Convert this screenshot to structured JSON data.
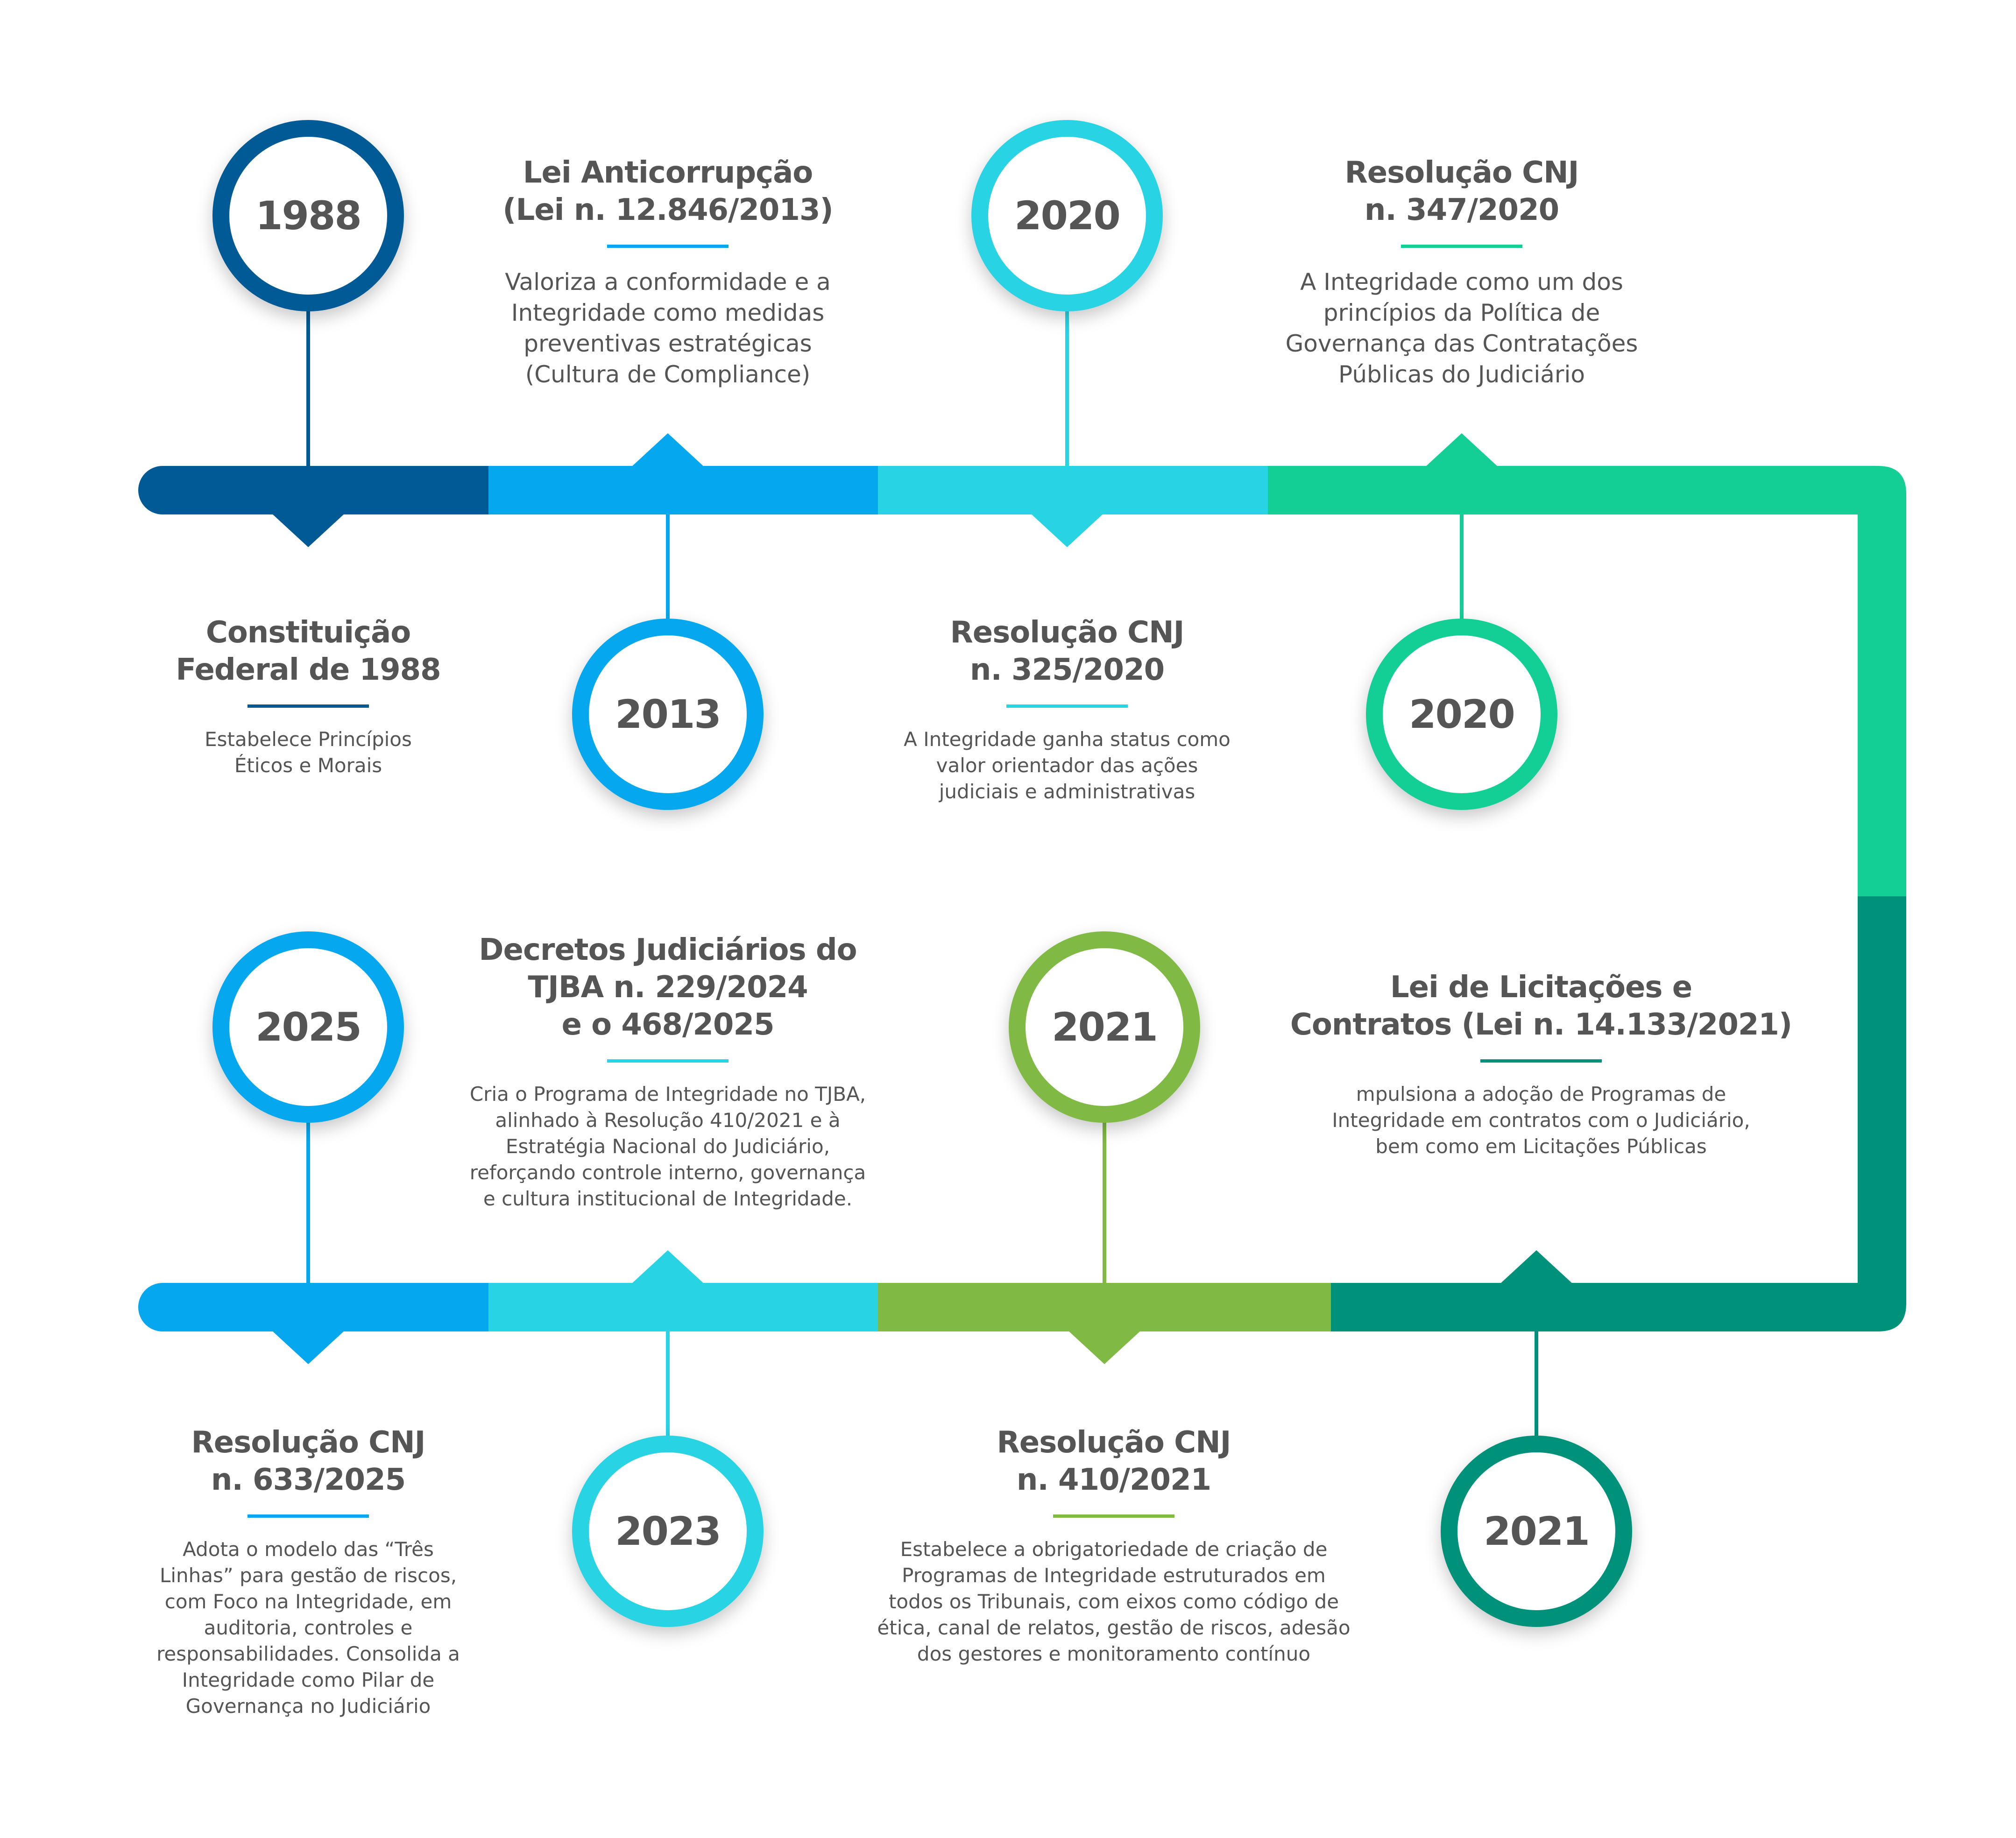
{
  "colors": {
    "navy": "#005a96",
    "blue": "#05a8ef",
    "cyan": "#28d3e4",
    "green": "#13cf96",
    "teal": "#00917a",
    "lime": "#80b943",
    "text": "#555555"
  },
  "milestones": [
    {
      "id": "m1988",
      "year": "1988",
      "color": "navy",
      "row": "top",
      "pos": "above",
      "title": [
        "Constituição",
        "Federal de 1988"
      ],
      "desc": [
        "Estabelece Princípios",
        "Éticos e Morais"
      ],
      "size": "small"
    },
    {
      "id": "m2013",
      "year": "2013",
      "color": "blue",
      "row": "top",
      "pos": "below",
      "title": [
        "Lei Anticorrupção",
        "(Lei n. 12.846/2013)"
      ],
      "desc": [
        "Valoriza a conformidade e a",
        "Integridade como medidas",
        "preventivas estratégicas",
        "(Cultura de Compliance)"
      ],
      "size": "large"
    },
    {
      "id": "m2020a",
      "year": "2020",
      "color": "cyan",
      "row": "top",
      "pos": "above",
      "title": [
        "Resolução CNJ",
        "n. 325/2020"
      ],
      "desc": [
        "A Integridade ganha status como",
        "valor orientador das ações",
        "judiciais e administrativas"
      ],
      "size": "small"
    },
    {
      "id": "m2020b",
      "year": "2020",
      "color": "green",
      "row": "top",
      "pos": "below",
      "title": [
        "Resolução CNJ",
        "n. 347/2020"
      ],
      "desc": [
        "A Integridade como um dos",
        "princípios da Política de",
        "Governança das Contratações",
        "Públicas do Judiciário"
      ],
      "size": "large"
    },
    {
      "id": "m2025",
      "year": "2025",
      "color": "blue",
      "row": "bottom",
      "pos": "above",
      "title": [
        "Resolução CNJ",
        "n. 633/2025"
      ],
      "desc": [
        "Adota o modelo das “Três",
        "Linhas” para gestão de riscos,",
        "com Foco na Integridade, em",
        "auditoria, controles e",
        "responsabilidades. Consolida a",
        "Integridade como Pilar de",
        "Governança no Judiciário"
      ],
      "size": "small"
    },
    {
      "id": "m2023",
      "year": "2023",
      "color": "cyan",
      "row": "bottom",
      "pos": "below",
      "title": [
        "Decretos Judiciários do",
        "TJBA n. 229/2024",
        "e o 468/2025"
      ],
      "desc": [
        "Cria o Programa de Integridade no TJBA,",
        "alinhado à Resolução 410/2021 e à",
        "Estratégia Nacional do Judiciário,",
        "reforçando controle interno, governança",
        "e cultura institucional de Integridade."
      ],
      "size": "small"
    },
    {
      "id": "m2021a",
      "year": "2021",
      "color": "lime",
      "row": "bottom",
      "pos": "above",
      "title": [
        "Resolução CNJ",
        "n. 410/2021"
      ],
      "desc": [
        "Estabelece a obrigatoriedade de criação de",
        "Programas de Integridade estruturados em",
        "todos os Tribunais, com eixos como código de",
        "ética, canal de relatos, gestão de riscos, adesão",
        "dos gestores e monitoramento contínuo"
      ],
      "size": "small"
    },
    {
      "id": "m2021b",
      "year": "2021",
      "color": "teal",
      "row": "bottom",
      "pos": "below",
      "title": [
        "Lei de Licitações e",
        "Contratos (Lei n. 14.133/2021)"
      ],
      "desc": [
        "mpulsiona a adoção de Programas de",
        "Integridade em contratos com o Judiciário,",
        "bem como em Licitações Públicas"
      ],
      "size": "small"
    }
  ]
}
